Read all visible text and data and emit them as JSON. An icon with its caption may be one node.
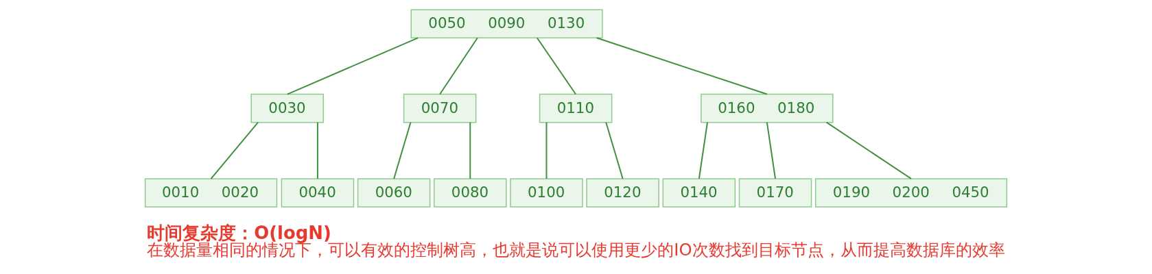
{
  "diagram": {
    "title": "时间复杂度：O(logN)",
    "caption": "在数据量相同的情况下，可以有效的控制树高，也就是说可以使用更少的IO次数找到目标节点，从而提高数据库的效率",
    "nodes": [
      {
        "text": [
          "0050",
          "0090",
          "0130"
        ]
      },
      {
        "text": [
          "0030"
        ]
      },
      {
        "text": [
          "0070"
        ]
      },
      {
        "text": [
          "0110"
        ]
      },
      {
        "text": [
          "0160",
          "0180"
        ]
      },
      {
        "text": [
          "0010",
          "0020"
        ]
      },
      {
        "text": [
          "0040"
        ]
      },
      {
        "text": [
          "0060"
        ]
      },
      {
        "text": [
          "0080"
        ]
      },
      {
        "text": [
          "0100"
        ]
      },
      {
        "text": [
          "0120"
        ]
      },
      {
        "text": [
          "0140"
        ]
      },
      {
        "text": [
          "0170"
        ]
      },
      {
        "text": [
          "0190",
          "0200",
          "0450"
        ]
      }
    ],
    "edges": [
      {
        "from": 0,
        "to": 1,
        "arrow": "none"
      },
      {
        "from": 0,
        "to": 2,
        "arrow": "none"
      },
      {
        "from": 0,
        "to": 3,
        "arrow": "none"
      },
      {
        "from": 0,
        "to": 4,
        "arrow": "none"
      },
      {
        "from": 1,
        "to": 5,
        "arrow": "none"
      },
      {
        "from": 1,
        "to": 6,
        "arrow": "none"
      },
      {
        "from": 2,
        "to": 7,
        "arrow": "none"
      },
      {
        "from": 2,
        "to": 8,
        "arrow": "none"
      },
      {
        "from": 3,
        "to": 9,
        "arrow": "none"
      },
      {
        "from": 3,
        "to": 10,
        "arrow": "none"
      },
      {
        "from": 4,
        "to": 11,
        "arrow": "none"
      },
      {
        "from": 4,
        "to": 12,
        "arrow": "none"
      },
      {
        "from": 4,
        "to": 13,
        "arrow": "none"
      }
    ]
  }
}
